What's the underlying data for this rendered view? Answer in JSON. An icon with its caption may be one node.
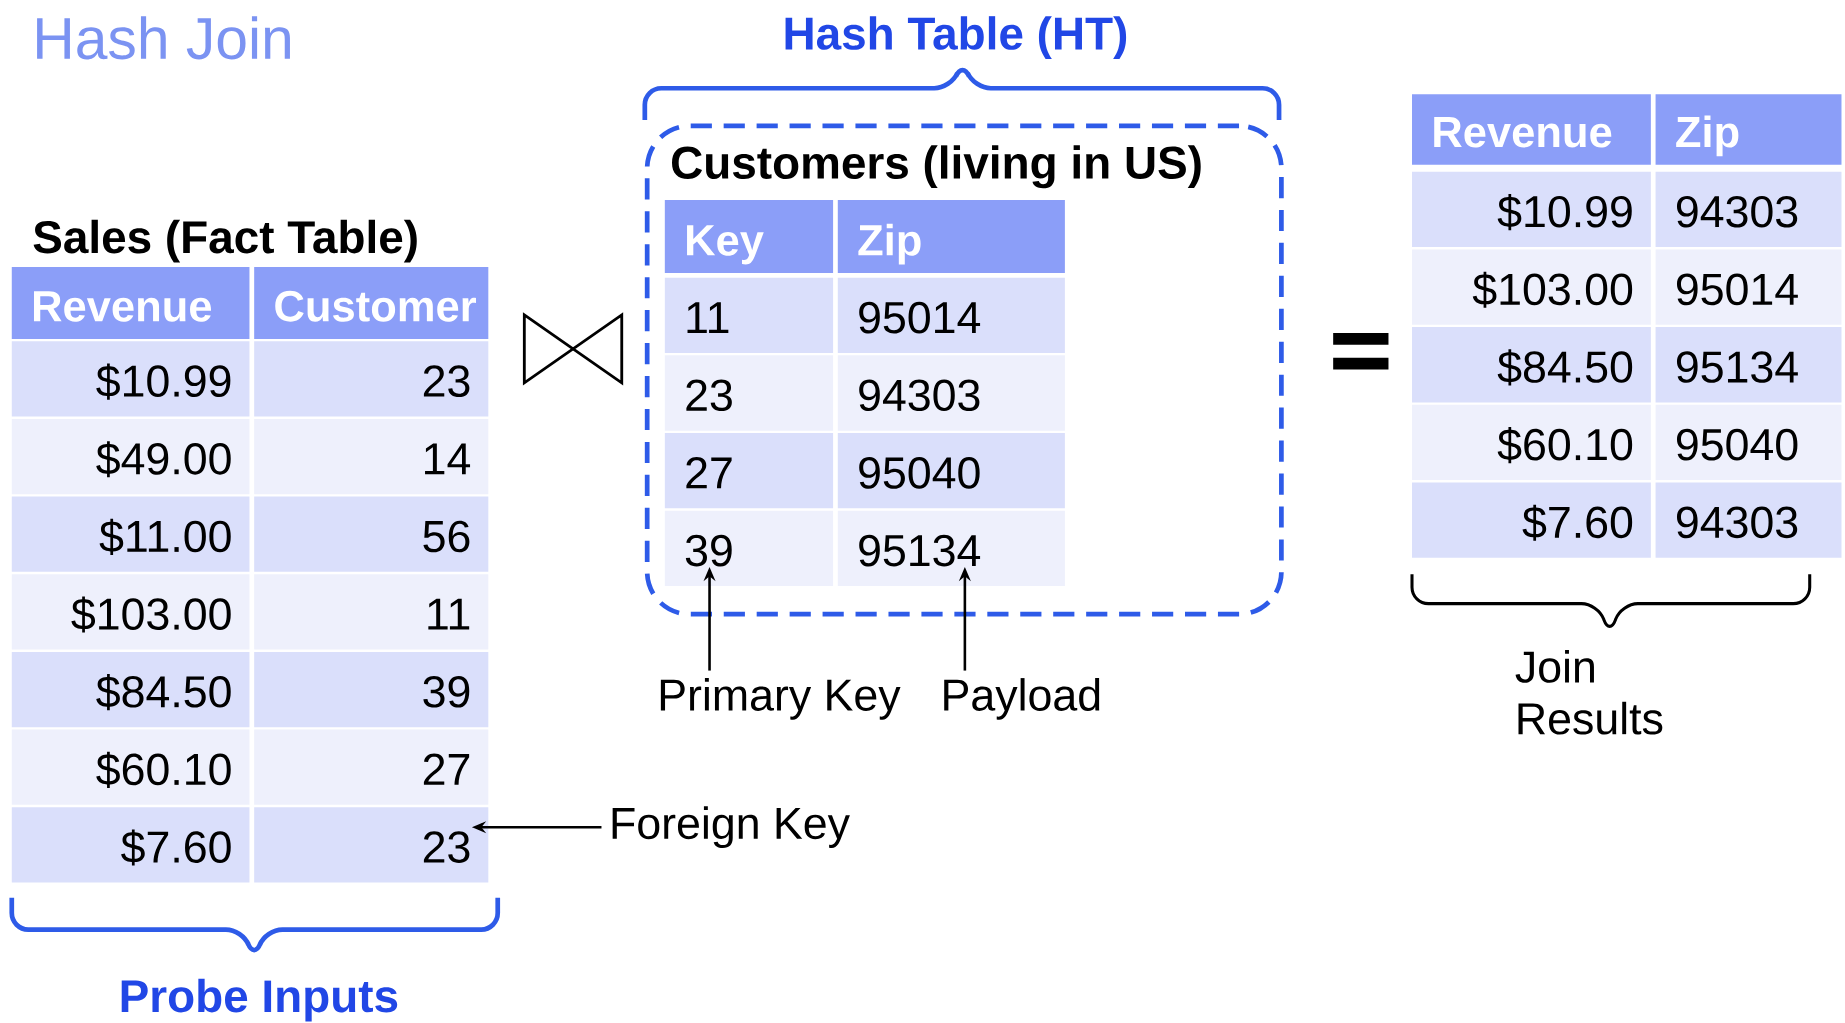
{
  "diagram": {
    "title": "Hash Join",
    "nodes": [
      {
        "text": [
          "Customers (living in US)"
        ]
      },
      {
        "text": [
          "Primary Key"
        ]
      },
      {
        "text": [
          "Payload"
        ]
      },
      {
        "text": [
          "Foreign Key"
        ]
      },
      {
        "text": [
          "39"
        ],
        "in": 0
      },
      {
        "text": [
          "95134"
        ],
        "in": 0
      },
      {
        "text": [
          "23"
        ]
      },
      {
        "text": [],
        "shape": "bowtie"
      }
    ],
    "edges": [
      {
        "from": 1,
        "to": 4,
        "arrow": "to"
      },
      {
        "from": 2,
        "to": 5,
        "arrow": "to"
      },
      {
        "from": 3,
        "to": 6,
        "arrow": "to"
      }
    ],
    "labels": [
      "Hash Table (HT)",
      "Sales (Fact Table)",
      "Revenue",
      "Customer",
      "$10.99",
      "23",
      "$49.00",
      "14",
      "$11.00",
      "56",
      "$103.00",
      "11",
      "$84.50",
      "39",
      "$60.10",
      "27",
      "$7.60",
      "Key",
      "Zip",
      "11",
      "95014",
      "23",
      "94303",
      "27",
      "95040",
      "Revenue",
      "Zip",
      "$10.99",
      "94303",
      "$103.00",
      "95014",
      "$84.50",
      "95134",
      "$60.10",
      "95040",
      "$7.60",
      "94303",
      "Probe Inputs",
      "Join Results"
    ]
  }
}
